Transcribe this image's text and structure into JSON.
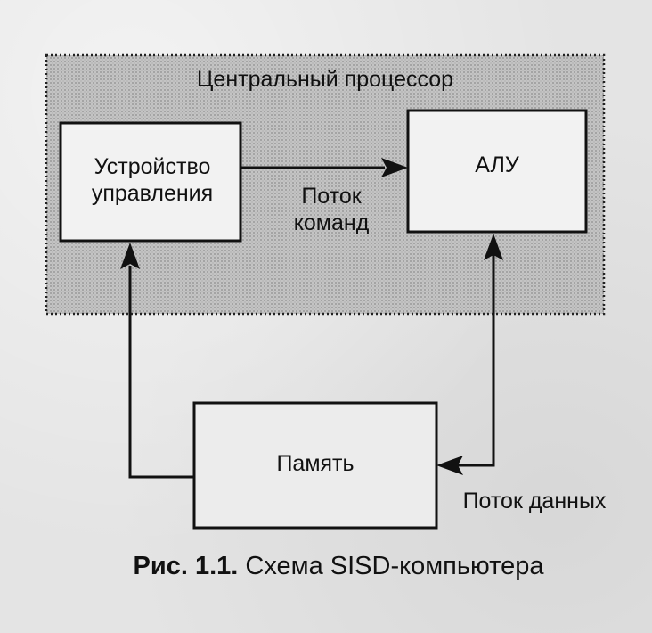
{
  "cpu": {
    "title": "Центральный процессор"
  },
  "control_unit": {
    "line1": "Устройство",
    "line2": "управления"
  },
  "alu": {
    "label": "АЛУ"
  },
  "command_flow": {
    "line1": "Поток",
    "line2": "команд"
  },
  "memory": {
    "label": "Память"
  },
  "data_flow": {
    "label": "Поток данных"
  },
  "caption": {
    "number": "Рис. 1.1.",
    "text": "Схема SISD-компьютера"
  },
  "colors": {
    "ink": "#111111",
    "cpu_fill": "#bdbdbd",
    "box_fill": "#f2f2f2",
    "paper": "#e4e4e4"
  }
}
